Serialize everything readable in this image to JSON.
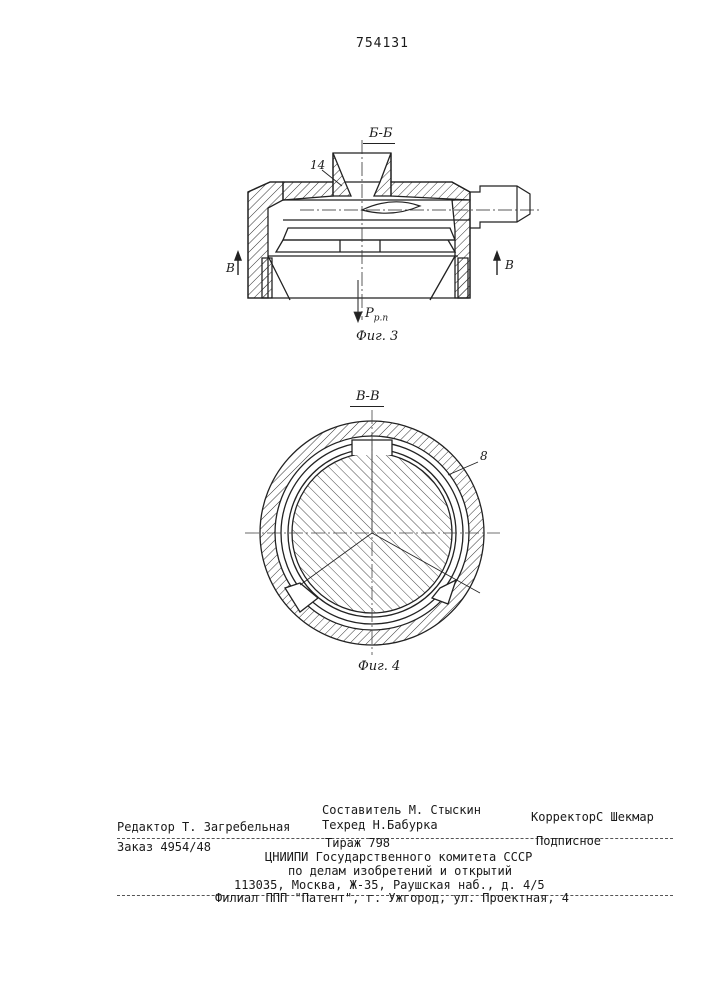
{
  "header": {
    "patent_number": "754131"
  },
  "figure3": {
    "section_label": "Б-Б",
    "part_number": "14",
    "cut_mark_left": "В",
    "cut_mark_right": "В",
    "force_label": "P",
    "force_subscript": "р.п",
    "caption": "Фиг. 3"
  },
  "figure4": {
    "section_label": "В-В",
    "part_number": "8",
    "caption": "Фиг. 4"
  },
  "colophon": {
    "compiler": "Составитель  М. Стыскин",
    "editor": "Редактор  Т. Загребельная",
    "techred": "Техред Н.Бабурка",
    "corrector": "КорректорС  Шекмар",
    "order": "Заказ 4954/48",
    "circulation": "Тираж 798",
    "subscription": "Подписное",
    "institute": "ЦНИИПИ Государственного комитета  СССР",
    "affairs": "по делам изобретений и открытий",
    "address": "113035, Москва, Ж-35, Раушская наб., д. 4/5",
    "branch": "Филиал ППП \"Патент\", г. Ужгород, ул. Проектная, 4"
  }
}
